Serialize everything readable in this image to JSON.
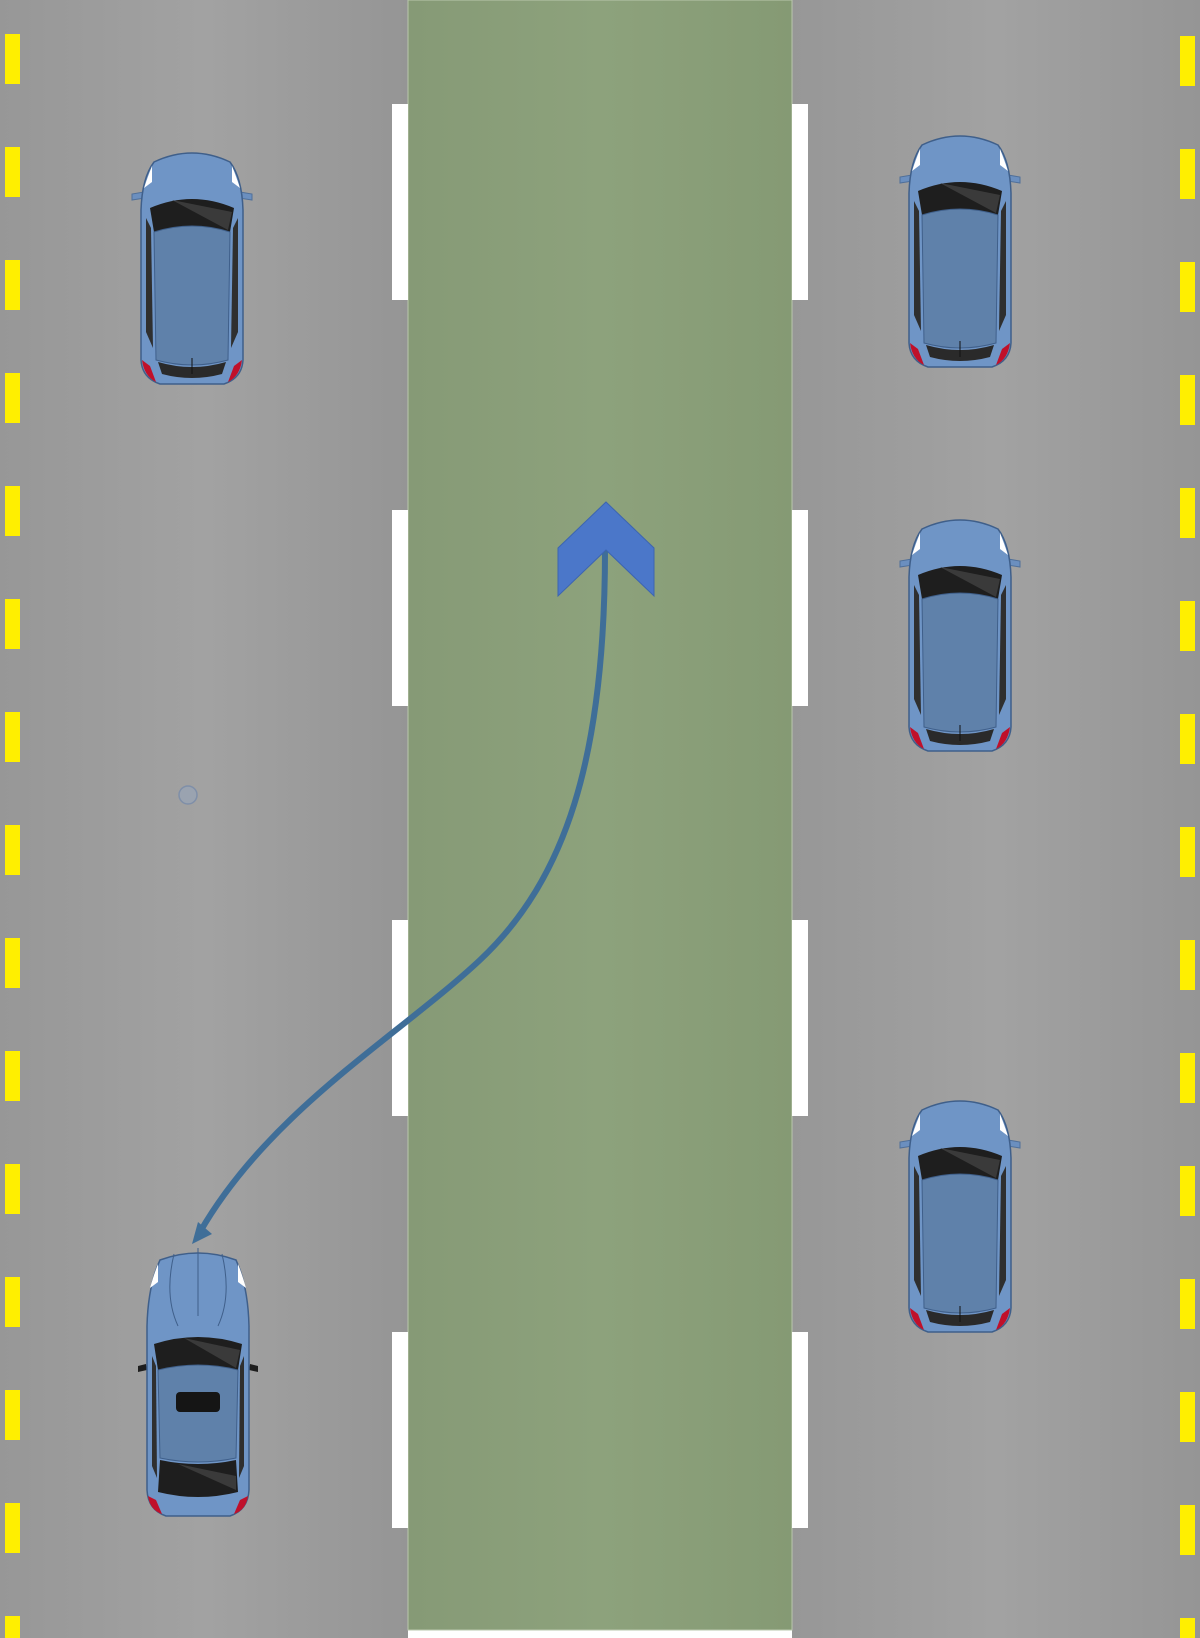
{
  "scene": {
    "description_type": "top-down road diagram",
    "colors": {
      "road": "#9a9a9a",
      "median": "#879d77",
      "lane_line": "#ffffff",
      "edge_line": "#ffef00",
      "car_body": "#6b8fbf",
      "car_roof": "#5b7fa9",
      "window": "#2a2a2a",
      "taillight": "#c0102a",
      "path_arrow": "#3f6e98",
      "direction_chevron": "#4b77c9"
    },
    "icons": {
      "path": "curved-path-arrow",
      "chevron": "up-chevron-icon",
      "marker": "circle-marker"
    }
  }
}
